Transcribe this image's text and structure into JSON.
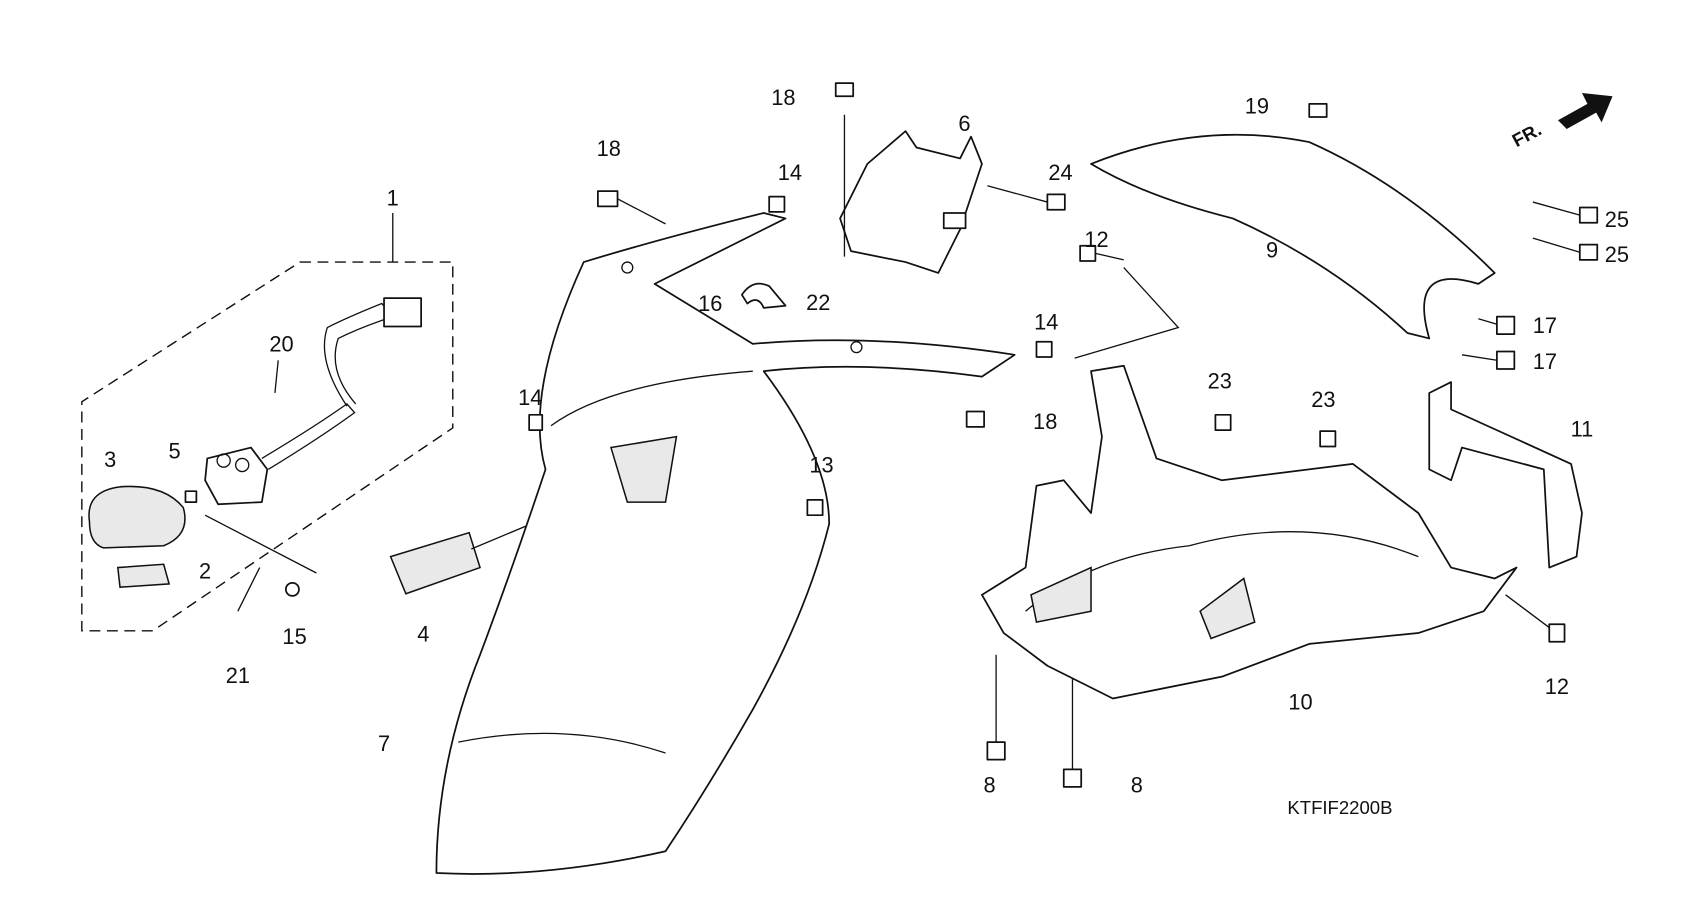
{
  "diagram": {
    "code": "KTFIF2200B",
    "direction_indicator": "FR.",
    "callouts": [
      "1",
      "20",
      "3",
      "5",
      "2",
      "21",
      "15",
      "4",
      "7",
      "18",
      "18",
      "14",
      "6",
      "16",
      "22",
      "24",
      "12",
      "14",
      "14",
      "18",
      "13",
      "19",
      "9",
      "25",
      "25",
      "17",
      "17",
      "23",
      "23",
      "11",
      "12",
      "10",
      "8",
      "8"
    ]
  }
}
